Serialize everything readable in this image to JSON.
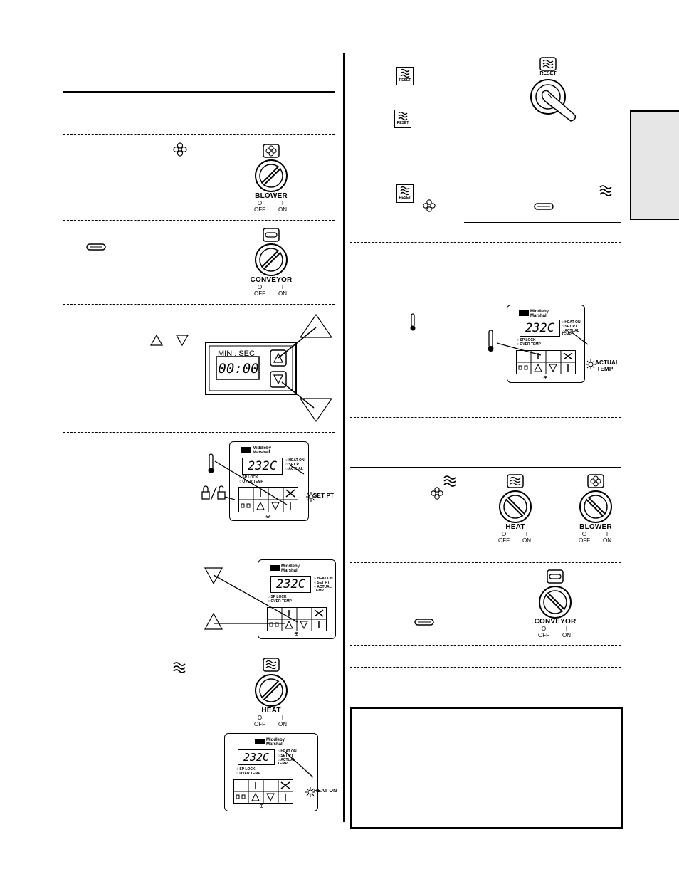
{
  "colors": {
    "ink": "#000000",
    "tab": "#e6e6e6",
    "paper": "#ffffff"
  },
  "icons": [
    "blower-fan-icon",
    "heat-wave-icon",
    "conveyor-belt-icon",
    "thermometer-icon",
    "lock-unlock-icon",
    "reset-heat-icon",
    "up-arrow-icon",
    "down-arrow-icon",
    "flame-tool-icon",
    "blinking-light-icon",
    "press-finger-icon",
    "ground-symbol-icon"
  ],
  "switches": {
    "blower": {
      "name": "BLOWER",
      "off": "OFF",
      "on": "ON",
      "o": "O",
      "i": "I"
    },
    "conveyor": {
      "name": "CONVEYOR",
      "off": "OFF",
      "on": "ON",
      "o": "O",
      "i": "I"
    },
    "heat": {
      "name": "HEAT",
      "off": "OFF",
      "on": "ON",
      "o": "O",
      "i": "I"
    }
  },
  "timer": {
    "label": "MIN : SEC",
    "display": "00:00"
  },
  "controller": {
    "brand_line1": "Middleby",
    "brand_line2": "Marshall",
    "display": "232C",
    "leds": {
      "heat_on": "HEAT ON",
      "set_pt": "SET PT",
      "actual": "ACTUAL",
      "temp": "TEMP",
      "sp_lock": "SP LOCK",
      "over_temp": "OVER TEMP"
    }
  },
  "callouts": {
    "set_pt": "SET PT",
    "actual_temp_1": "ACTUAL",
    "actual_temp_2": "TEMP",
    "heat_on": "HEAT ON"
  },
  "reset": {
    "label": "RESET"
  }
}
